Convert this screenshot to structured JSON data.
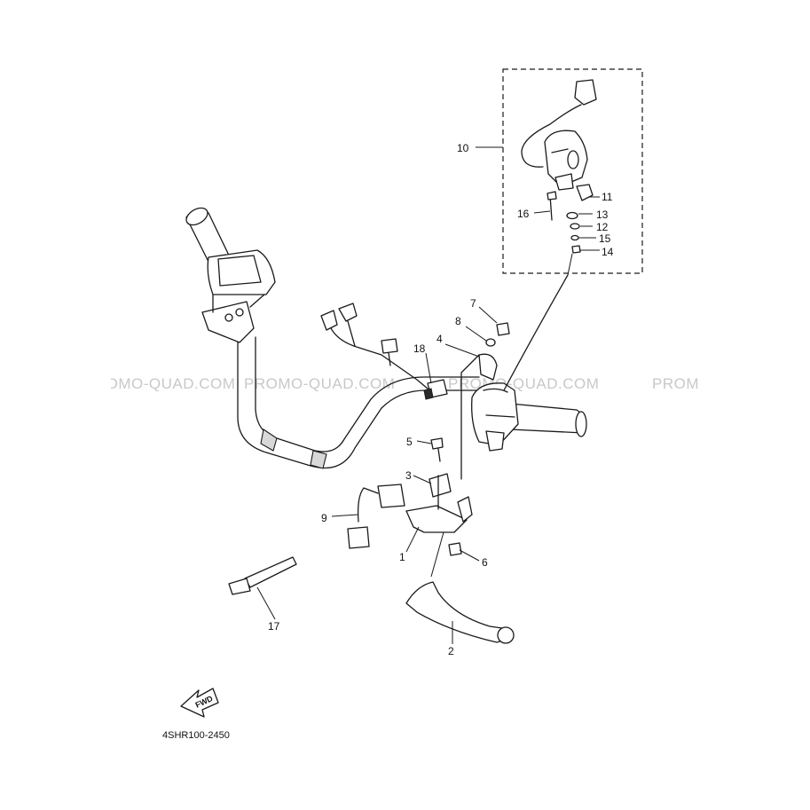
{
  "callouts": [
    "1",
    "2",
    "3",
    "4",
    "5",
    "6",
    "7",
    "8",
    "9",
    "10",
    "11",
    "12",
    "13",
    "14",
    "15",
    "16",
    "17",
    "18"
  ],
  "part_code": "4SHR100-2450",
  "fwd_label": "FWD",
  "watermark": {
    "segment_1": "PROMO-QUAD.COM",
    "segment_2": "PROMO-QUAD.COM",
    "segment_3": "PROMO-QUAD.COM",
    "segment_4": "PROMO-QUAD.COM"
  }
}
